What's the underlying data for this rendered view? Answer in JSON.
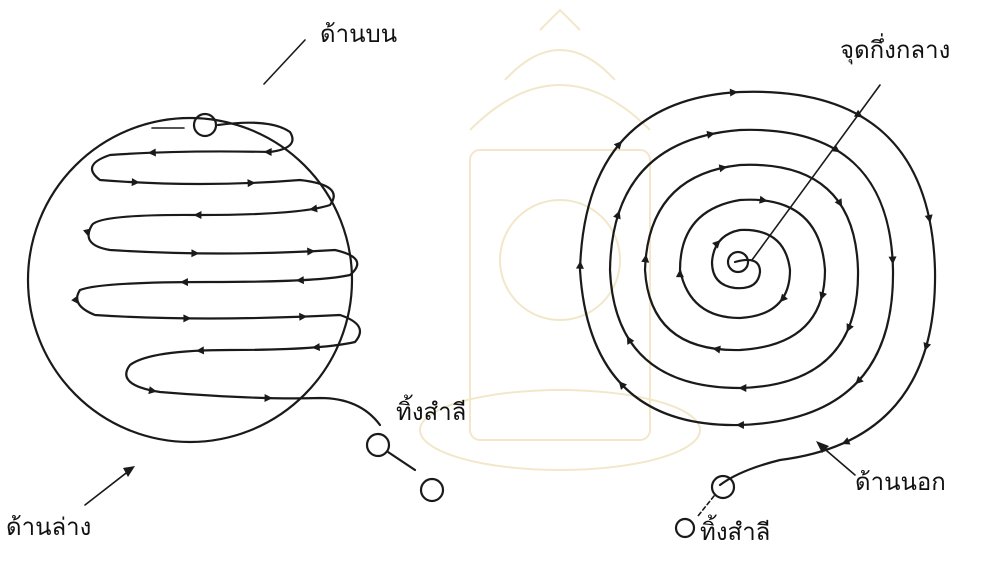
{
  "diagram": {
    "left_panel": {
      "top_label": "ด้านบน",
      "bottom_label": "ด้านล่าง",
      "exit_label": "ทิ้งสำลี"
    },
    "right_panel": {
      "center_label": "จุดกึ่งกลาง",
      "outer_label": "ด้านนอก",
      "exit_label": "ทิ้งสำลี"
    }
  }
}
